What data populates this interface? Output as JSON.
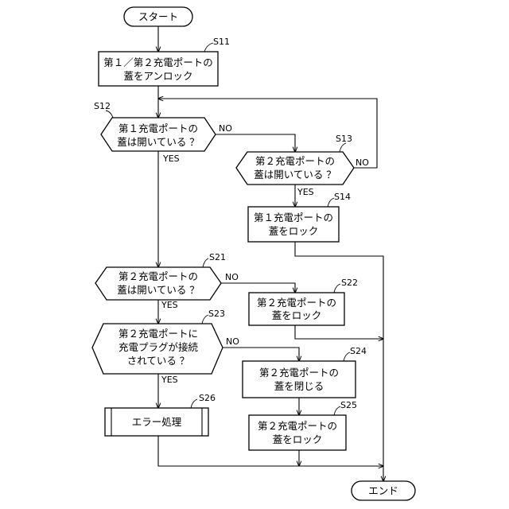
{
  "nodes": {
    "start": {
      "label": "スタート"
    },
    "s11": {
      "id": "S11",
      "line1": "第１／第２充電ポートの",
      "line2": "蓋をアンロック"
    },
    "s12": {
      "id": "S12",
      "line1": "第１充電ポートの",
      "line2": "蓋は開いている ？"
    },
    "s13": {
      "id": "S13",
      "line1": "第２充電ポートの",
      "line2": "蓋は開いている ？"
    },
    "s14": {
      "id": "S14",
      "line1": "第１充電ポートの",
      "line2": "蓋をロック"
    },
    "s21": {
      "id": "S21",
      "line1": "第２充電ポートの",
      "line2": "蓋は開いている ？"
    },
    "s22": {
      "id": "S22",
      "line1": "第２充電ポートの",
      "line2": "蓋をロック"
    },
    "s23": {
      "id": "S23",
      "line1": "第２充電ポートに",
      "line2": "充電プラグが接続",
      "line3": "されている ？"
    },
    "s24": {
      "id": "S24",
      "line1": "第２充電ポートの",
      "line2": "蓋を閉じる"
    },
    "s25": {
      "id": "S25",
      "line1": "第２充電ポートの",
      "line2": "蓋をロック"
    },
    "s26": {
      "id": "S26",
      "label": "エラー処理"
    },
    "end": {
      "label": "エンド"
    }
  },
  "branch_labels": {
    "yes": "YES",
    "no": "NO"
  }
}
